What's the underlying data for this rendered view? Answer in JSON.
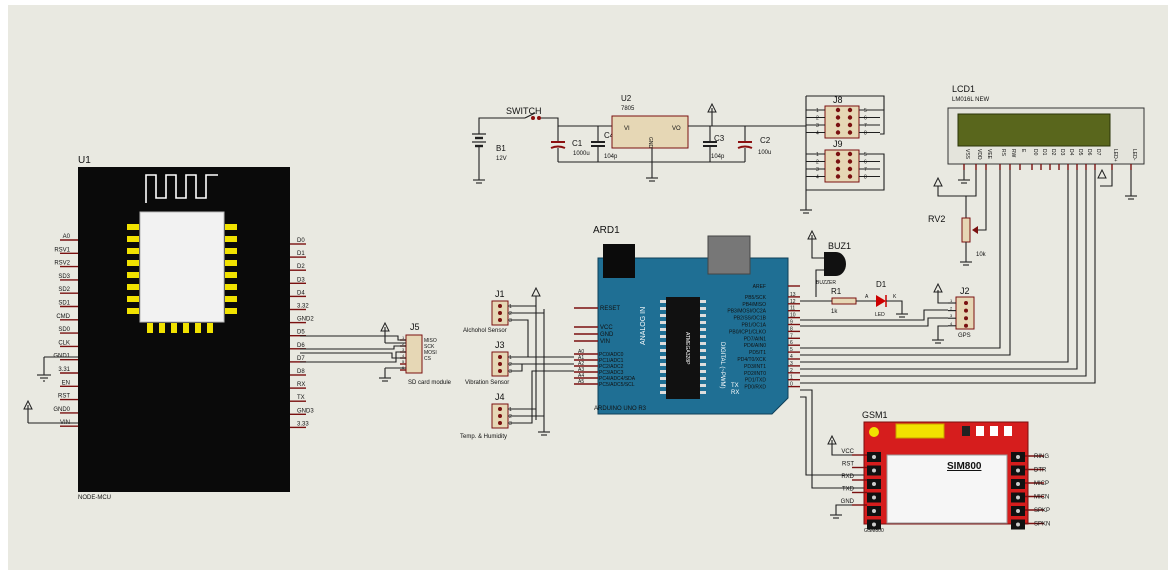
{
  "node_mcu": {
    "ref": "U1",
    "name": "NODE-MCU",
    "left_pins": [
      "A0",
      "RSV1",
      "RSV2",
      "SD3",
      "SD2",
      "SD1",
      "CMD",
      "SD0",
      "CLK",
      "GND1",
      "3.31",
      "EN",
      "RST",
      "GND0",
      "VIN"
    ],
    "right_pins": [
      "D0",
      "D1",
      "D2",
      "D3",
      "D4",
      "3.32",
      "GND2",
      "D5",
      "D6",
      "D7",
      "D8",
      "RX",
      "TX",
      "GND3",
      "3.33"
    ]
  },
  "sd_card": {
    "ref": "J5",
    "name": "SD card module",
    "pins": [
      "MISO",
      "SCK",
      "MOSI",
      "CS"
    ],
    "nums": [
      "1",
      "2",
      "3",
      "4",
      "5",
      "6"
    ]
  },
  "j1": {
    "ref": "J1",
    "name": "Alchohol Sensor",
    "nums": [
      "1",
      "2",
      "3"
    ]
  },
  "j3": {
    "ref": "J3",
    "name": "Vibration Sensor",
    "nums": [
      "1",
      "2",
      "3"
    ]
  },
  "j4": {
    "ref": "J4",
    "name": "Temp. & Humidity",
    "nums": [
      "1",
      "2",
      "3"
    ]
  },
  "arduino": {
    "ref": "ARD1",
    "name": "ARDUINO UNO R3",
    "left_pins": [
      "RESET",
      "VCC",
      "GND",
      "VIN"
    ],
    "analog_pins": [
      "PC0/ADC0",
      "PC1/ADC1",
      "PC2/ADC2",
      "PC3/ADC3",
      "PC4/ADC4/SDA",
      "PC5/ADC5/SCL"
    ],
    "analog_nums": [
      "A0",
      "A1",
      "A2",
      "A3",
      "A4",
      "A5"
    ],
    "right_pins": [
      "AREF",
      "PB5/SCK",
      "PB4/MISO",
      "PB3/MOSI/OC2A",
      "PB2/SS/OC1B",
      "PB1/OC1A",
      "PB0/ICP1/CLKO",
      "PD7/AIN1",
      "PD6/AIN0",
      "PD5/T1",
      "PD4/T0/XCK",
      "PD3/INT1",
      "PD2/INT0",
      "PD1/TXD",
      "PD0/RXD"
    ],
    "right_nums": [
      "",
      "13",
      "12",
      "11",
      "10",
      "9",
      "8",
      "7",
      "6",
      "5",
      "4",
      "3",
      "2",
      "1",
      "0"
    ],
    "analog_label": "ANALOG IN",
    "digital_label": "DIGITAL (~PWM)",
    "chip_label": "ATMEGA328P",
    "tx": "TX",
    "rx": "RX"
  },
  "power": {
    "switch": "SWITCH",
    "battery": {
      "ref": "B1",
      "value": "12V"
    },
    "c1": {
      "ref": "C1",
      "value": "1000u"
    },
    "c4": {
      "ref": "C4",
      "value": "104p"
    },
    "c3": {
      "ref": "C3",
      "value": "104p"
    },
    "c2": {
      "ref": "C2",
      "value": "100u"
    },
    "reg": {
      "ref": "U2",
      "name": "7805",
      "vi": "VI",
      "vo": "VO",
      "gnd": "GND"
    }
  },
  "j8": {
    "ref": "J8",
    "nums": [
      "1",
      "2",
      "3",
      "4",
      "5",
      "6",
      "7",
      "8"
    ]
  },
  "j9": {
    "ref": "J9",
    "nums": [
      "1",
      "2",
      "3",
      "4",
      "5",
      "6",
      "7",
      "8"
    ]
  },
  "lcd": {
    "ref": "LCD1",
    "name": "LM016L NEW",
    "pins": [
      "VSS",
      "VDD",
      "VEE",
      "RS",
      "RW",
      "E",
      "D0",
      "D1",
      "D2",
      "D3",
      "D4",
      "D5",
      "D6",
      "D7",
      "LED+",
      "LED-"
    ]
  },
  "rv2": {
    "ref": "RV2",
    "value": "10k"
  },
  "buzzer": {
    "ref": "BUZ1",
    "name": "BUZZER"
  },
  "r1": {
    "ref": "R1",
    "value": "1k"
  },
  "d1": {
    "ref": "D1",
    "name": "LED",
    "a": "A",
    "k": "K"
  },
  "j2": {
    "ref": "J2",
    "name": "GPS",
    "nums": [
      "1",
      "2",
      "3",
      "4"
    ]
  },
  "gsm": {
    "ref": "GSM1",
    "name": "GSM800",
    "module": "SIM800",
    "left_pins": [
      "VCC",
      "RST",
      "RXD",
      "TXD",
      "GND"
    ],
    "right_pins": [
      "RING",
      "DTR",
      "MICP",
      "MICN",
      "SPKP",
      "SPKN"
    ]
  }
}
